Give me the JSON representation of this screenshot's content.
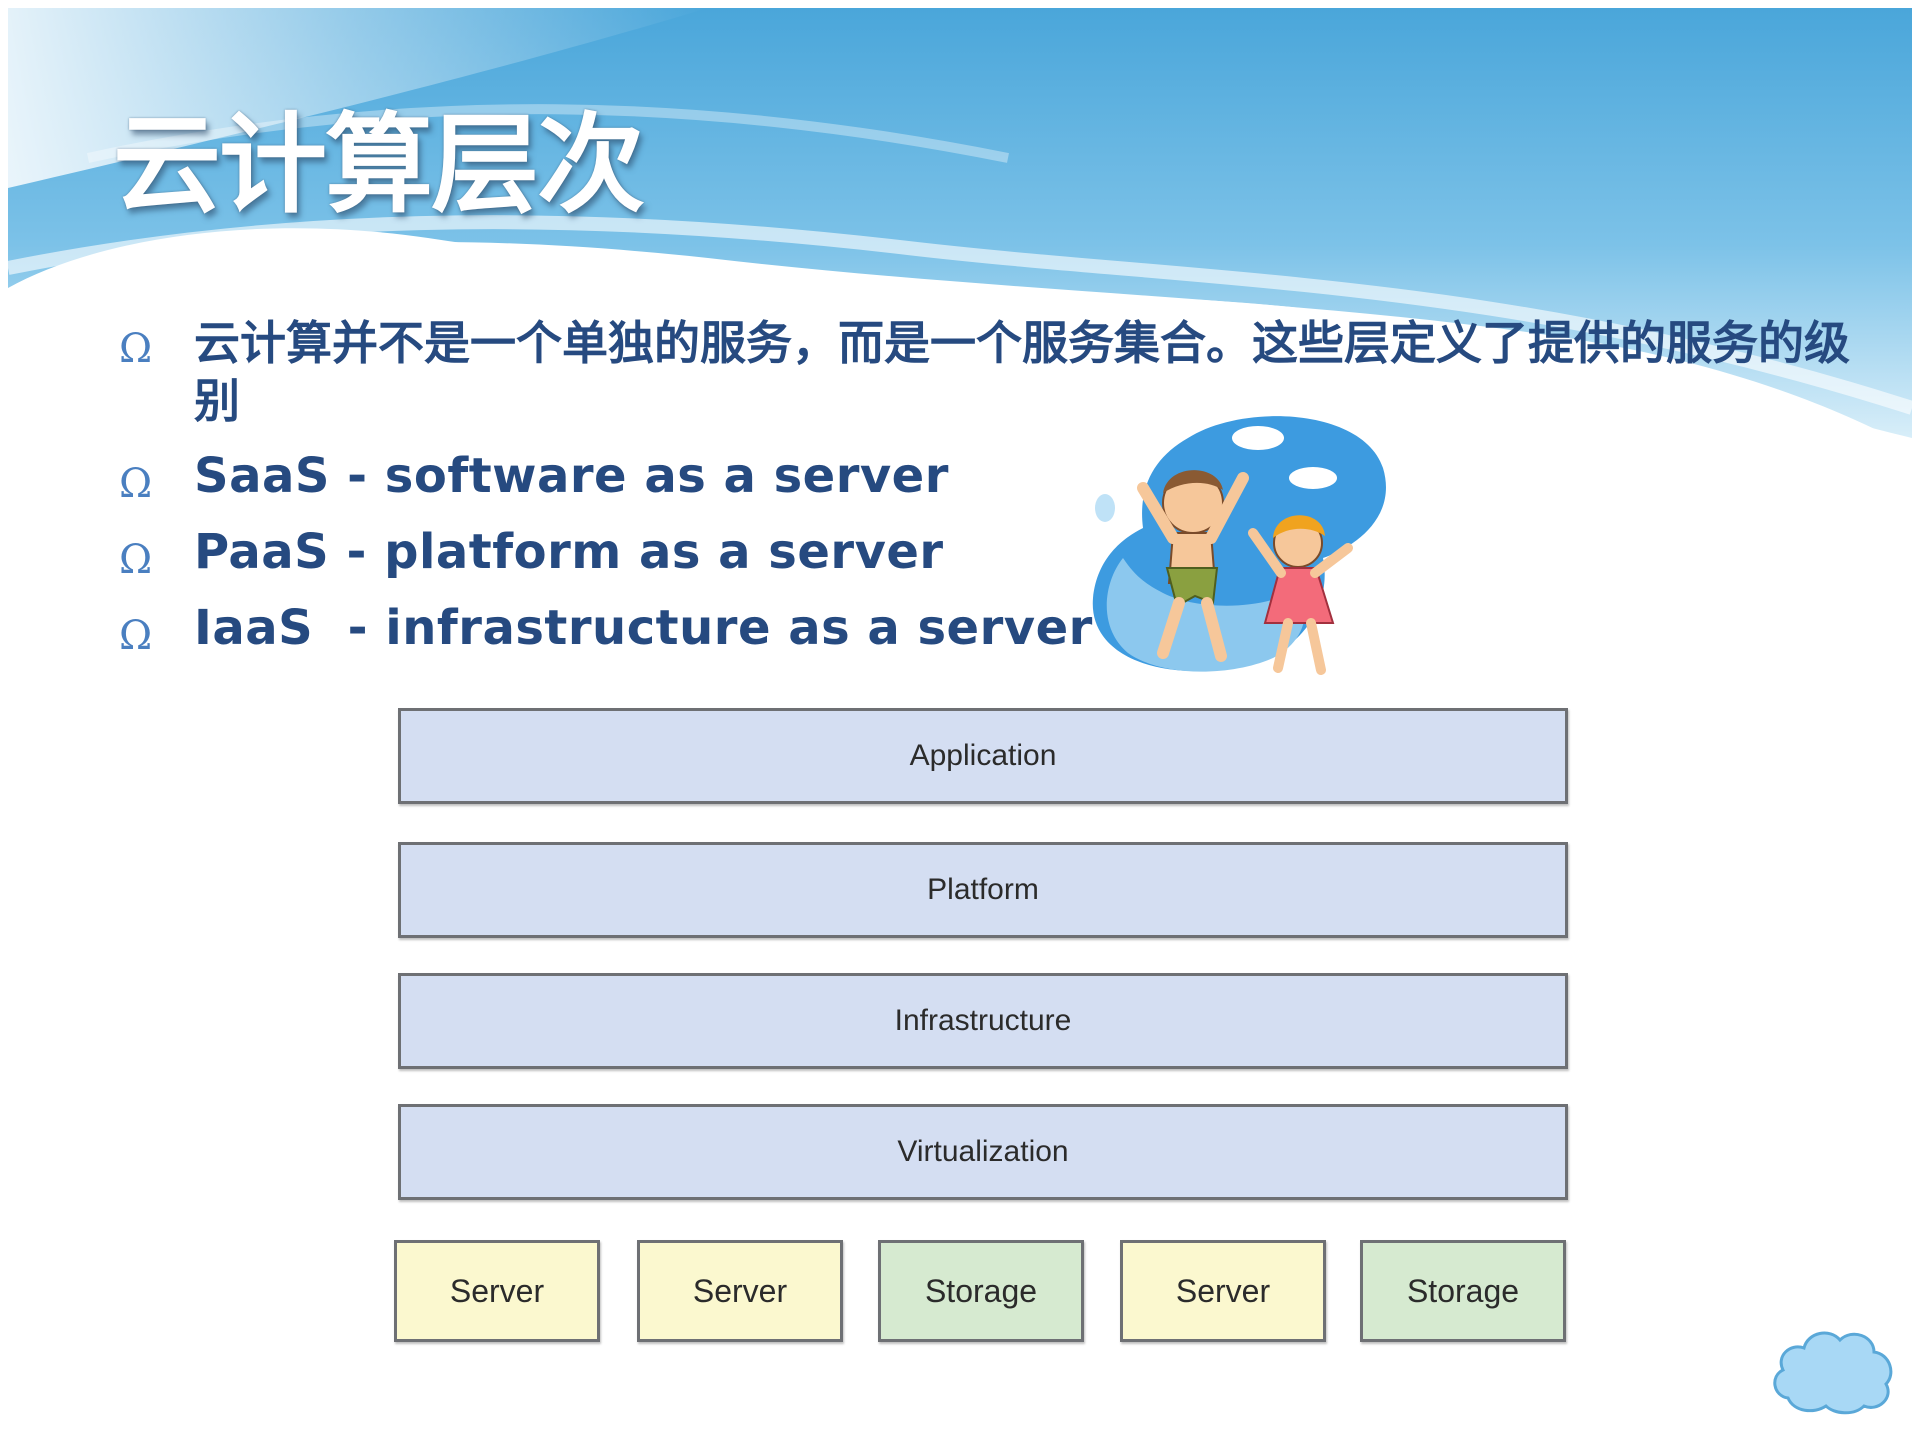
{
  "slide": {
    "title": "云计算层次",
    "bullet_mark": "Ω",
    "bullets": [
      {
        "text": "云计算并不是一个单独的服务，而是一个服务集合。这些层定义了提供的服务的级别"
      },
      {
        "text": "SaaS - software as a server"
      },
      {
        "text": "PaaS - platform as a server"
      },
      {
        "text": "IaaS  - infrastructure as a server"
      }
    ]
  },
  "diagram": {
    "layers": [
      "Application",
      "Platform",
      "Infrastructure",
      "Virtualization"
    ],
    "resources": [
      "Server",
      "Server",
      "Storage",
      "Server",
      "Storage"
    ]
  },
  "colors": {
    "header_blue": "#5aaedd",
    "text_blue": "#264a80",
    "layer_fill": "#d4def2",
    "server_fill": "#fbf8cf",
    "storage_fill": "#d6ead0"
  }
}
